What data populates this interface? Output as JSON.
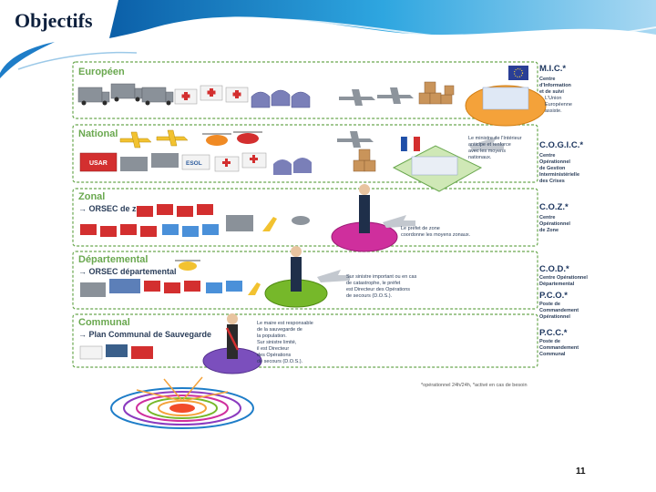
{
  "slide": {
    "title": "Objectifs",
    "page_number": "11"
  },
  "levels": [
    {
      "name": "Européen",
      "plan": ""
    },
    {
      "name": "National",
      "plan": ""
    },
    {
      "name": "Zonal",
      "plan": "→ ORSEC de zone"
    },
    {
      "name": "Départemental",
      "plan": "→ ORSEC départemental"
    },
    {
      "name": "Communal",
      "plan": "→ Plan Communal de Sauvegarde"
    }
  ],
  "centers": {
    "mic": {
      "acronym": "M.I.C.*",
      "lines": [
        "Centre",
        "d'Information",
        "et de suivi"
      ]
    },
    "cogic": {
      "acronym": "C.O.G.I.C.*",
      "lines": [
        "Centre",
        "Opérationnel",
        "de Gestion",
        "Interministérielle",
        "des Crises"
      ]
    },
    "coz": {
      "acronym": "C.O.Z.*",
      "lines": [
        "Centre",
        "Opérationnel",
        "de Zone"
      ]
    },
    "cod": {
      "acronym": "C.O.D.*",
      "lines": [
        "Centre Opérationnel",
        "Départemental"
      ]
    },
    "pco": {
      "acronym": "P.C.O.*",
      "lines": [
        "Poste de",
        "Commandement",
        "Opérationnel"
      ]
    },
    "pcc": {
      "acronym": "P.C.C.*",
      "lines": [
        "Poste de",
        "Commandement",
        "Communal"
      ]
    }
  },
  "captions": {
    "eu": [
      "L'Union",
      "Européenne",
      "assiste."
    ],
    "minister": [
      "Le ministre de l'Intérieur",
      "anticipe et renforce",
      "avec les moyens",
      "nationaux."
    ],
    "prefet_zone": [
      "Le préfet de zone",
      "coordonne les moyens zonaux."
    ],
    "prefet_dep": [
      "Sur sinistre important ou en cas",
      "de catastrophe, le préfet",
      "est Directeur des Opérations",
      "de secours (D.O.S.)."
    ],
    "maire": [
      "Le maire est responsable",
      "de la sauvegarde de",
      "la population.",
      "Sur sinistre limité,",
      "il est Directeur",
      "des Opérations",
      "de secours (D.O.S.)."
    ]
  },
  "vehicle_labels": {
    "usar": "USAR",
    "esol": "ESOL"
  },
  "footnote": "*opérationnel 24h/24h, *activé en cas de besoin",
  "colors": {
    "title": "#0d1f3c",
    "level_label": "#6aa84f",
    "dashed_line": "#6aa84f",
    "platform_orange": "#f4a23a",
    "platform_magenta": "#cf2f9d",
    "platform_green": "#76b82a",
    "platform_purple": "#7b4fbd",
    "wave_blue": "#1e7dc8"
  }
}
